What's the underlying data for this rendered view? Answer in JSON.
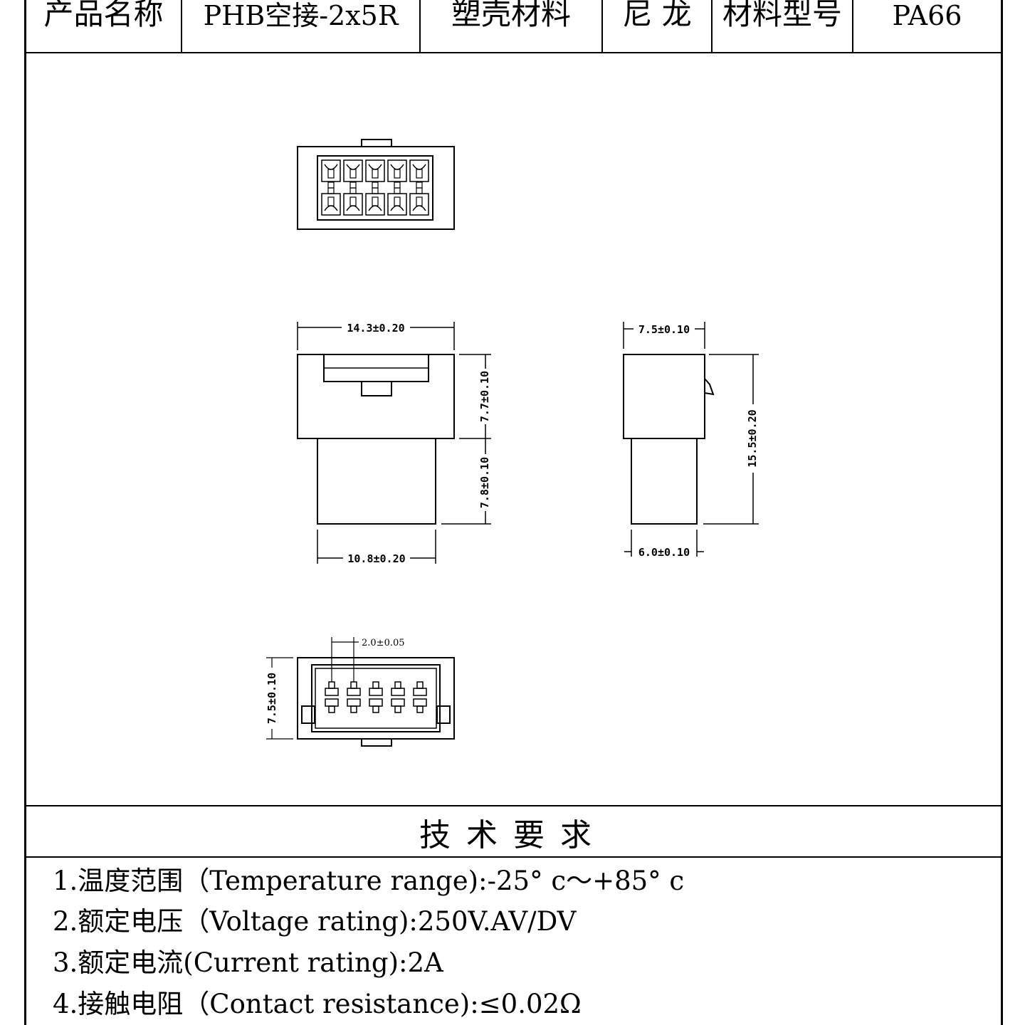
{
  "header": {
    "product_name_label": "产品名称",
    "product_name_value": "PHB空接-2x5R",
    "shell_material_label": "塑壳材料",
    "shell_material_value": "尼 龙",
    "material_model_label": "材料型号",
    "material_model_value": "PA66"
  },
  "dimensions": {
    "front_width": "14.3±0.20",
    "front_upper_height": "7.7±0.10",
    "front_lower_height": "7.8±0.10",
    "front_lower_width": "10.8±0.20",
    "side_top_width": "7.5±0.10",
    "side_total_height": "15.5±0.20",
    "side_lower_width": "6.0±0.10",
    "bottom_pitch": "2.0±0.05",
    "bottom_height": "7.5±0.10"
  },
  "technical_requirements": {
    "title": "技术要求",
    "items": [
      "1.温度范围（Temperature range):-25° c～+85° c",
      "2.额定电压（Voltage rating):250V.AV/DV",
      "3.额定电流(Current rating):2A",
      "4.接触电阻（Contact resistance):≤0.02Ω"
    ]
  }
}
